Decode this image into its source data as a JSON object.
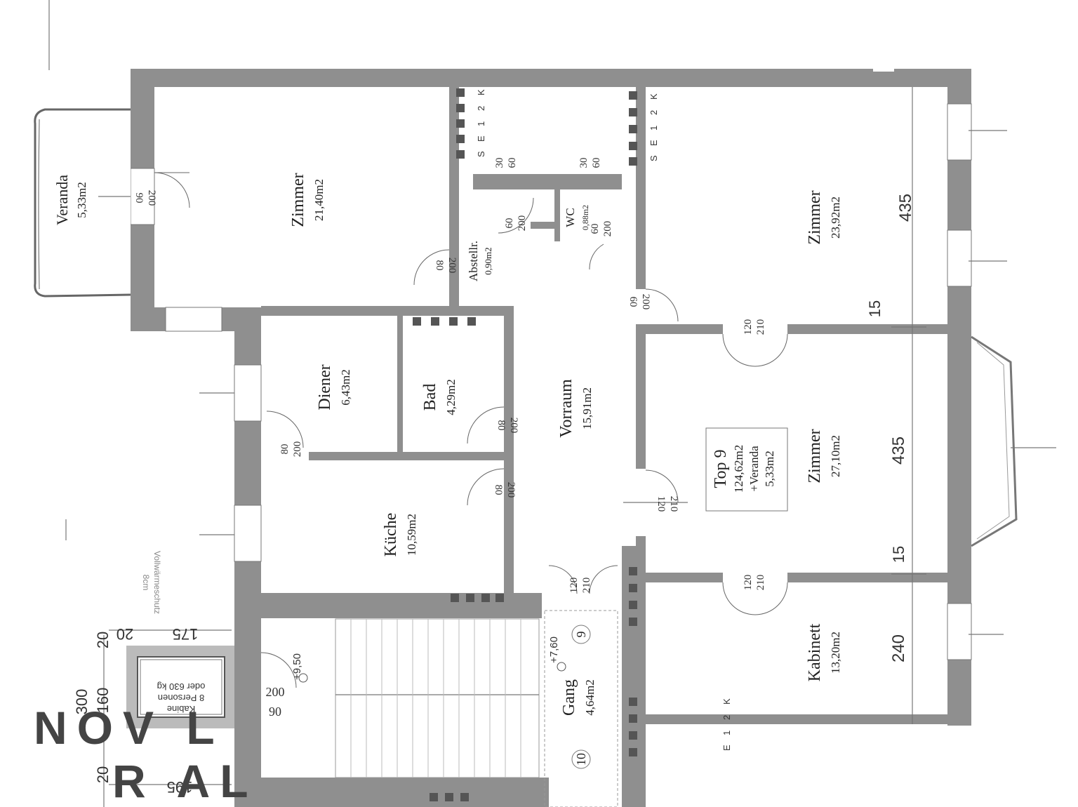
{
  "rooms": {
    "veranda": {
      "name": "Veranda",
      "area": "5,33m2"
    },
    "zimmer_1": {
      "name": "Zimmer",
      "area": "21,40m2"
    },
    "abstellr": {
      "name": "Abstellr.",
      "area": "0,90m2"
    },
    "wc": {
      "name": "WC",
      "area": "0,88m2"
    },
    "zimmer_2": {
      "name": "Zimmer",
      "area": "23,92m2"
    },
    "diener": {
      "name": "Diener",
      "area": "6,43m2"
    },
    "bad": {
      "name": "Bad",
      "area": "4,29m2"
    },
    "vorraum": {
      "name": "Vorraum",
      "area": "15,91m2"
    },
    "kueche": {
      "name": "Küche",
      "area": "10,59m2"
    },
    "zimmer_3": {
      "name": "Zimmer",
      "area": "27,10m2"
    },
    "kabinett": {
      "name": "Kabinett",
      "area": "13,20m2"
    },
    "gang": {
      "name": "Gang",
      "area": "4,64m2"
    }
  },
  "unit_box": {
    "title": "Top 9",
    "area": "124,62m2",
    "veranda_line": "+Veranda",
    "veranda_area": "5,33m2"
  },
  "dimensions": {
    "d435a": "435",
    "d15a": "15",
    "d435b": "435",
    "d15b": "15",
    "d240": "240",
    "d20a": "20",
    "d20b": "20",
    "d175": "175",
    "d160": "160",
    "d300": "300",
    "d20c": "20",
    "d195": "195"
  },
  "doors": {
    "veranda_door": [
      "200",
      "90"
    ],
    "abstell_door": [
      "200",
      "80"
    ],
    "wc_door": [
      "200",
      "60"
    ],
    "bath_door_small": [
      "200",
      "60"
    ],
    "zimmer2_door": [
      "200",
      "60"
    ],
    "zimmer_pair_top": [
      "120",
      "210"
    ],
    "diener_door": [
      "80",
      "200"
    ],
    "bad_door": [
      "200",
      "80"
    ],
    "kueche_door": [
      "200",
      "80"
    ],
    "vorraum_zimmer": [
      "210",
      "120"
    ],
    "zimmer_pair_bottom": [
      "120",
      "210"
    ],
    "gang_door": [
      "120",
      "210"
    ],
    "stair_door": [
      "200",
      "90"
    ]
  },
  "windows": {
    "w1": [
      "30",
      "60"
    ],
    "w2": [
      "30",
      "60"
    ]
  },
  "chimneys": {
    "labels": [
      "S",
      "E",
      "1",
      "2",
      "K"
    ]
  },
  "levels": {
    "stair": "+9,50",
    "gang": "+7,60"
  },
  "stair_numbers": {
    "n9": "9",
    "n10": "10"
  },
  "lift": {
    "persons": "8 Personen",
    "load": "oder 630 kg",
    "cabin": "Kabine"
  },
  "insulation": {
    "line1": "Vollwärmeschutz",
    "line2": "8cm"
  },
  "logo": {
    "line1": "NOV L",
    "line2": "R AL"
  }
}
